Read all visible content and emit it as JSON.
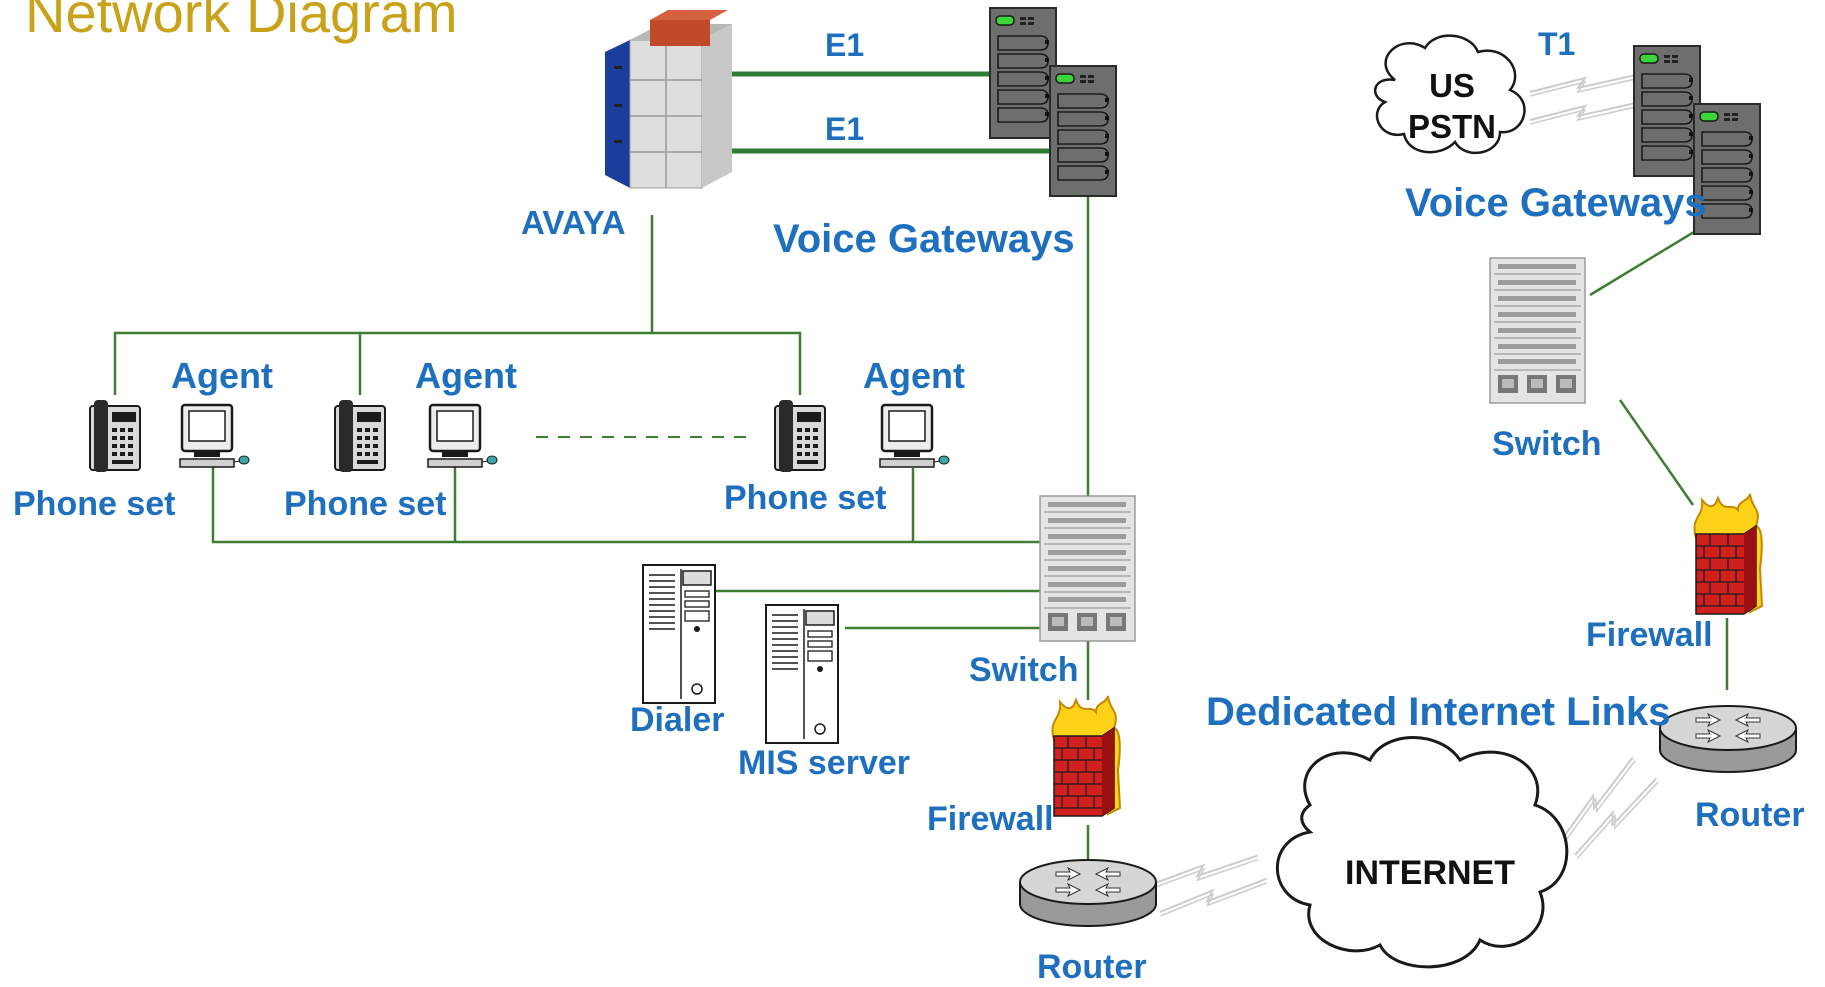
{
  "title": "Network Diagram",
  "colors": {
    "label_blue": "#1f6fbf",
    "title_gold": "#c9a21a",
    "link_green": "#3e7d32",
    "firewall_red": "#d01f1f",
    "flame_yellow": "#ffd21a"
  },
  "labels": {
    "e1_top": "E1",
    "e1_bottom": "E1",
    "t1": "T1",
    "avaya": "AVAYA",
    "voice_gateways_left": "Voice Gateways",
    "voice_gateways_right": "Voice Gateways",
    "us_pstn_line1": "US",
    "us_pstn_line2": "PSTN",
    "agent_1": "Agent",
    "agent_2": "Agent",
    "agent_3": "Agent",
    "phone_set_1": "Phone set",
    "phone_set_2": "Phone set",
    "phone_set_3": "Phone set",
    "switch_left": "Switch",
    "switch_right": "Switch",
    "dialer": "Dialer",
    "mis_server": "MIS server",
    "firewall_left": "Firewall",
    "firewall_right": "Firewall",
    "router_left": "Router",
    "router_right": "Router",
    "dedicated_links": "Dedicated Internet Links",
    "internet": "INTERNET"
  },
  "icons": {
    "pbx": "avaya-pbx-icon",
    "gateway": "voice-gateway-icon",
    "switch": "switch-icon",
    "phone": "phone-set-icon",
    "computer": "agent-computer-icon",
    "server": "server-icon",
    "firewall": "firewall-icon",
    "router": "router-icon",
    "cloud": "cloud-icon"
  }
}
